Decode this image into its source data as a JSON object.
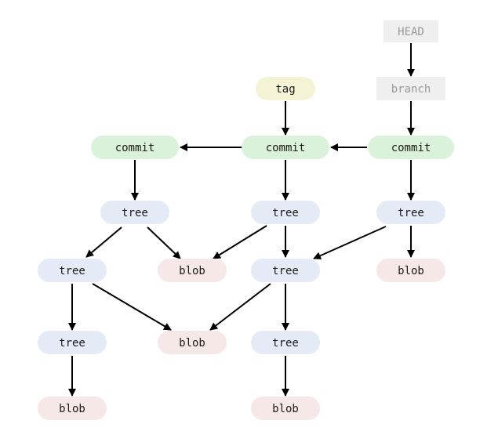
{
  "diagram": {
    "colors": {
      "ref": "#efefef",
      "ref_text": "#9a9a9a",
      "tag": "#f5f3d6",
      "commit": "#d9f2d9",
      "tree": "#e4ebf6",
      "blob": "#f7e8e8",
      "edge": "#000000"
    },
    "nodes": {
      "head": {
        "label": "HEAD",
        "kind": "ref"
      },
      "branch": {
        "label": "branch",
        "kind": "ref"
      },
      "tag": {
        "label": "tag",
        "kind": "tag"
      },
      "commit1": {
        "label": "commit",
        "kind": "commit"
      },
      "commit2": {
        "label": "commit",
        "kind": "commit"
      },
      "commit3": {
        "label": "commit",
        "kind": "commit"
      },
      "tree_c1": {
        "label": "tree",
        "kind": "tree"
      },
      "tree_c2": {
        "label": "tree",
        "kind": "tree"
      },
      "tree_c3": {
        "label": "tree",
        "kind": "tree"
      },
      "tree_l": {
        "label": "tree",
        "kind": "tree"
      },
      "tree_m": {
        "label": "tree",
        "kind": "tree"
      },
      "tree_l2": {
        "label": "tree",
        "kind": "tree"
      },
      "tree_m2": {
        "label": "tree",
        "kind": "tree"
      },
      "blob_a": {
        "label": "blob",
        "kind": "blob"
      },
      "blob_r": {
        "label": "blob",
        "kind": "blob"
      },
      "blob_b": {
        "label": "blob",
        "kind": "blob"
      },
      "blob_l": {
        "label": "blob",
        "kind": "blob"
      },
      "blob_m": {
        "label": "blob",
        "kind": "blob"
      }
    },
    "edges": [
      [
        "head",
        "branch"
      ],
      [
        "branch",
        "commit3"
      ],
      [
        "tag",
        "commit2"
      ],
      [
        "commit3",
        "commit2"
      ],
      [
        "commit2",
        "commit1"
      ],
      [
        "commit1",
        "tree_c1"
      ],
      [
        "commit2",
        "tree_c2"
      ],
      [
        "commit3",
        "tree_c3"
      ],
      [
        "tree_c1",
        "tree_l"
      ],
      [
        "tree_c1",
        "blob_a"
      ],
      [
        "tree_c2",
        "blob_a"
      ],
      [
        "tree_c2",
        "tree_m"
      ],
      [
        "tree_c3",
        "tree_m"
      ],
      [
        "tree_c3",
        "blob_r"
      ],
      [
        "tree_l",
        "tree_l2"
      ],
      [
        "tree_l",
        "blob_b"
      ],
      [
        "tree_m",
        "blob_b"
      ],
      [
        "tree_m",
        "tree_m2"
      ],
      [
        "tree_l2",
        "blob_l"
      ],
      [
        "tree_m2",
        "blob_m"
      ]
    ]
  }
}
